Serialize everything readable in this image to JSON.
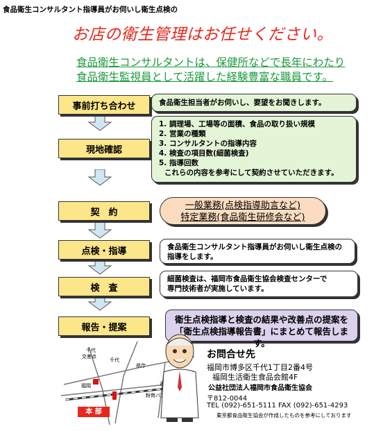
{
  "header": {
    "caption": "食品衛生コンサルタント指導員がお伺いし衛生点検の",
    "headline": "お店の衛生管理はお任せください。",
    "sub1": "食品衛生コンサルタントは、保健所などで長年にわたり",
    "sub2": "食品衛生監視員として活躍した経験豊富な職員です。"
  },
  "steps": [
    {
      "label": "事前打ち合わせ",
      "text": "食品衛生担当者がお伺いし、要望をお聞きします。"
    },
    {
      "label": "現地確認",
      "lines": [
        "1. 調理場、工場等の面積、食品の取り扱い規模",
        "2. 営業の種類",
        "3. コンサルタントの指導内容",
        "4. 検査の項目数(細菌検査)",
        "5. 指導回数",
        "これらの内容を参考にして契約させていただきます。"
      ]
    },
    {
      "label": "契　約",
      "lines": [
        "一般業務(点検指導助言など)",
        "特定業務(食品衛生研修会など)"
      ]
    },
    {
      "label": "点検・指導",
      "lines": [
        "食品衛生コンサルタント指導員がお伺いし衛生点検の",
        "指導をします。"
      ]
    },
    {
      "label": "検　査",
      "lines": [
        "細菌検査は、福岡市食品衛生協会検査センターで",
        "専門技術者が実施しています。"
      ]
    },
    {
      "label": "報告・提案",
      "lines": [
        "衛生点検指導と検査の結果や改善点の提案を",
        "「衛生点検指導報告書」にまとめて報告します。"
      ]
    }
  ],
  "map": {
    "labels": [
      "千代",
      "交差点",
      "千代",
      "県庁",
      "福岡",
      "吉塚駅",
      "粉骨バス停"
    ],
    "honbu": "本 部"
  },
  "contact": {
    "title": "お問合せ先",
    "addr1": "福岡市博多区千代1丁目2番4号",
    "addr2": "福岡生活衛生食品会館4F",
    "org": "公益社団法人福岡市食品衛生協会",
    "zip": "〒812-0044",
    "tel": "TEL (092)-651-5111  FAX (092)-651-4293",
    "note": "東京都食品衛生協会が作成したものを参考にしております"
  },
  "colors": {
    "headline": "#e8281c",
    "sub": "#1a9b3a",
    "step": "#fce68a"
  }
}
